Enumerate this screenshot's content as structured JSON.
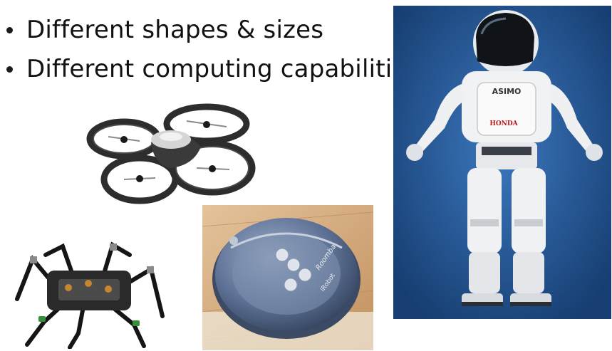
{
  "slide": {
    "bullets": [
      {
        "text": "Different shapes & sizes"
      },
      {
        "text": "Different computing capabilities"
      }
    ]
  },
  "images": {
    "quadcopter": {
      "icon": "quadcopter-drone"
    },
    "humanoid": {
      "icon": "humanoid-robot",
      "chest_label": "ASIMO",
      "brand_label": "HONDA"
    },
    "hexapod": {
      "icon": "hexapod-spider-robot"
    },
    "vacuum": {
      "icon": "robot-vacuum",
      "model_label": "Roomba",
      "brand_label": "iRobot"
    }
  },
  "colors": {
    "humanoid_bg": "#1f4f8c",
    "floor_wood": "#d9b48a",
    "vacuum_body": "#5e7296",
    "drone_frame": "#2d2d2d"
  }
}
